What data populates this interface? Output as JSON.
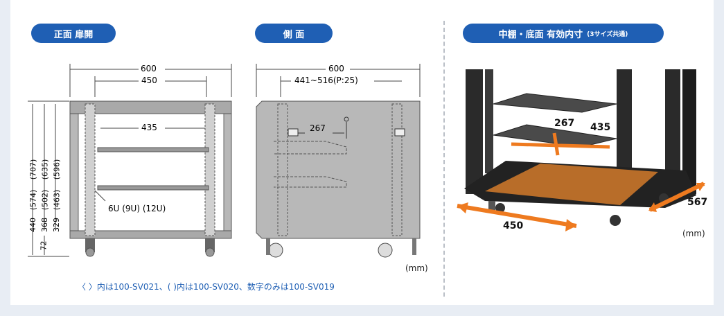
{
  "headers": {
    "front": "正面 扉開",
    "side": "側 面",
    "rack_title": "中棚・底面 有効内寸",
    "rack_sub": "(3サイズ共通)"
  },
  "front_dims": {
    "width_total": "600",
    "width_inner": "450",
    "shelf_width": "435",
    "h1": "(707)",
    "h2": "(635)",
    "h3": "(596)",
    "h4": "(574)",
    "h5": "(502)",
    "h6": "(463)",
    "h7": "440",
    "h8": "368",
    "h9": "329",
    "foot": "72",
    "units": "6U (9U) (12U)"
  },
  "side_dims": {
    "width_total": "600",
    "adjust": "441~516(P:25)",
    "shelf_depth": "267"
  },
  "rack_dims": {
    "shelf_d": "267",
    "shelf_w": "435",
    "bottom_w": "450",
    "bottom_d": "567"
  },
  "units_label": "(mm)",
  "footnote": "〈 〉内は100-SV021、( )内は100-SV020、数字のみは100-SV019",
  "colors": {
    "accent": "#1f5fb4",
    "orange": "#ee7a1f"
  }
}
